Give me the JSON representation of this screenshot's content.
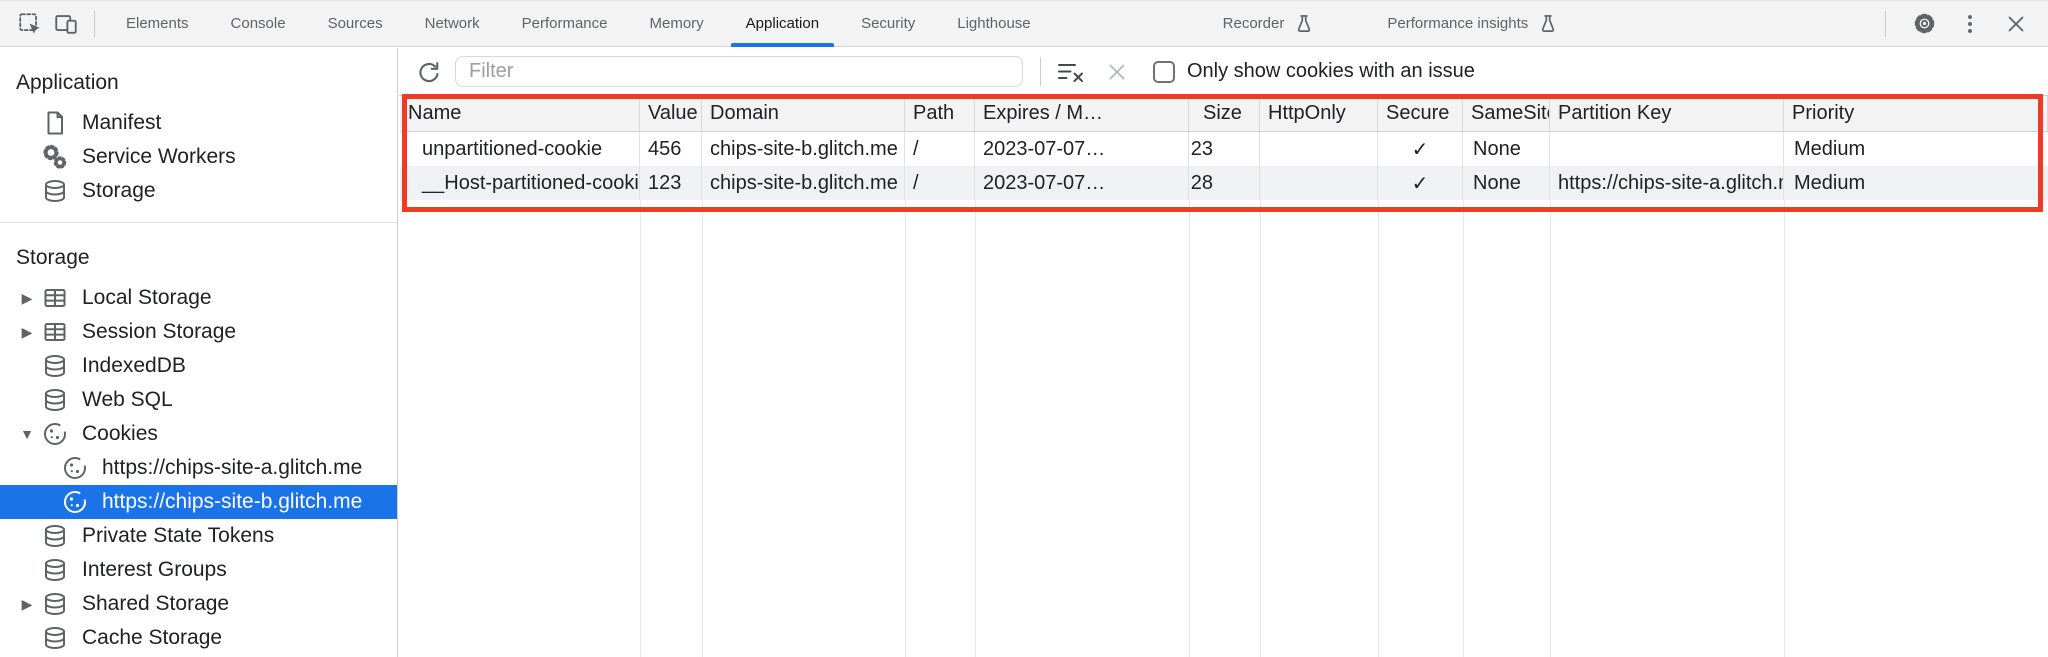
{
  "tab_bar": {
    "tabs": [
      "Elements",
      "Console",
      "Sources",
      "Network",
      "Performance",
      "Memory",
      "Application",
      "Security",
      "Lighthouse",
      "Recorder",
      "Performance insights"
    ],
    "selected_tab": "Application"
  },
  "sidebar": {
    "sections": [
      {
        "title": "Application",
        "items": [
          {
            "label": "Manifest"
          },
          {
            "label": "Service Workers"
          },
          {
            "label": "Storage"
          }
        ]
      },
      {
        "title": "Storage",
        "items": [
          {
            "label": "Local Storage"
          },
          {
            "label": "Session Storage"
          },
          {
            "label": "IndexedDB"
          },
          {
            "label": "Web SQL"
          },
          {
            "label": "Cookies"
          },
          {
            "label": "https://chips-site-a.glitch.me"
          },
          {
            "label": "https://chips-site-b.glitch.me"
          },
          {
            "label": "Private State Tokens"
          },
          {
            "label": "Interest Groups"
          },
          {
            "label": "Shared Storage"
          },
          {
            "label": "Cache Storage"
          }
        ]
      }
    ],
    "selected_item": "https://chips-site-b.glitch.me"
  },
  "toolbar": {
    "filter_placeholder": "Filter",
    "only_issues_label": "Only show cookies with an issue"
  },
  "cookie_table": {
    "columns": [
      "Name",
      "Value",
      "Domain",
      "Path",
      "Expires / M…",
      "Size",
      "HttpOnly",
      "Secure",
      "SameSite",
      "Partition Key",
      "Priority"
    ],
    "rows": [
      {
        "name": "unpartitioned-cookie",
        "value": "456",
        "domain": "chips-site-b.glitch.me",
        "path": "/",
        "expires": "2023-07-07…",
        "size": "23",
        "http_only": "",
        "secure": "✓",
        "same_site": "None",
        "partition_key": "",
        "priority": "Medium"
      },
      {
        "name": "__Host-partitioned-cookie",
        "value": "123",
        "domain": "chips-site-b.glitch.me",
        "path": "/",
        "expires": "2023-07-07…",
        "size": "28",
        "http_only": "",
        "secure": "✓",
        "same_site": "None",
        "partition_key": "https://chips-site-a.glitch.me",
        "priority": "Medium"
      }
    ]
  },
  "colors": {
    "selection_blue": "#1a73e8",
    "tab_accent_blue": "#1a73e8",
    "annotation_red": "#ee3b23",
    "toolbar_bg": "#f3f3f3"
  }
}
